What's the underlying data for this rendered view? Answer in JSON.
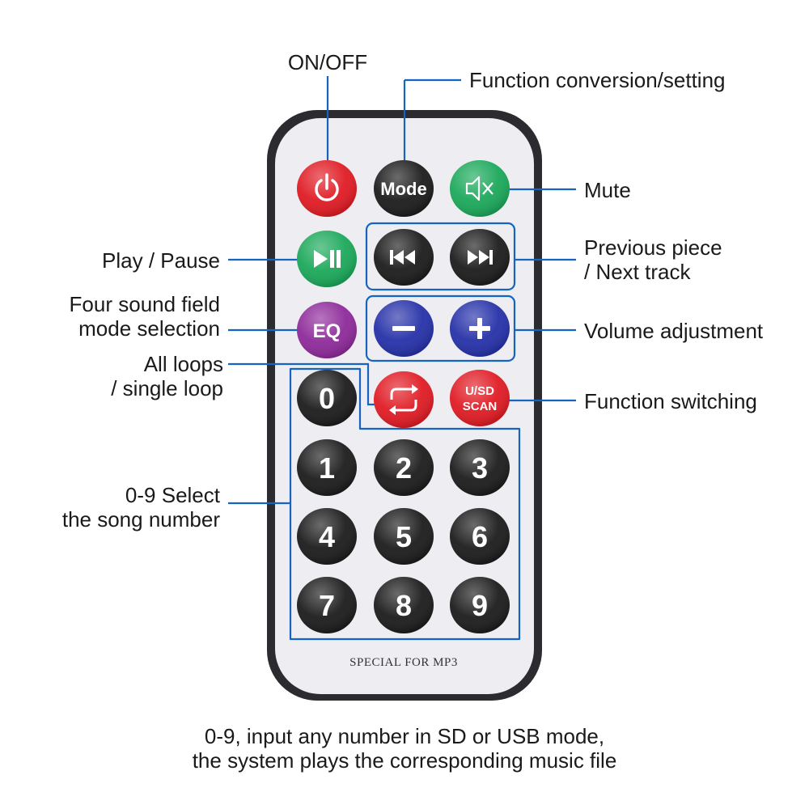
{
  "labels": {
    "on_off": "ON/OFF",
    "function_setting": "Function conversion/setting",
    "mute": "Mute",
    "play_pause": "Play / Pause",
    "prev_next_line1": "Previous piece",
    "prev_next_line2": "/ Next track",
    "eq_line1": "Four sound field",
    "eq_line2": "mode selection",
    "volume": "Volume adjustment",
    "loops_line1": "All loops",
    "loops_line2": "/ single loop",
    "function_switching": "Function switching",
    "select_line1": "0-9 Select",
    "select_line2": "the song number",
    "footer_line1": "0-9, input any number in SD or USB mode,",
    "footer_line2": "the system plays the corresponding music file"
  },
  "remote": {
    "mode_label": "Mode",
    "eq_label": "EQ",
    "usd_line1": "U/SD",
    "usd_line2": "SCAN",
    "brand_text": "SPECIAL FOR MP3",
    "digits": [
      "0",
      "1",
      "2",
      "3",
      "4",
      "5",
      "6",
      "7",
      "8",
      "9"
    ]
  },
  "colors": {
    "power": "#e01b24",
    "mode": "#1c1c1c",
    "mute": "#1ba85a",
    "play": "#1ba85a",
    "skip": "#1c1c1c",
    "eq": "#8e2a9a",
    "volume": "#2631a8",
    "loop": "#e01b24",
    "usd": "#e01b24",
    "digit": "#1c1c1c",
    "callout": "#1565c0",
    "body_face": "#eeeef2",
    "body_frame": "#2b2b30"
  }
}
